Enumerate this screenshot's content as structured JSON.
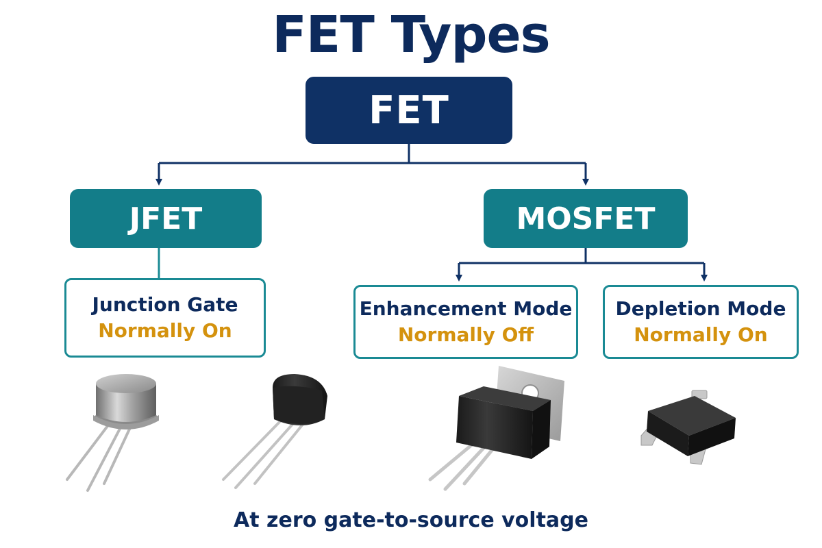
{
  "title": "FET Types",
  "root": {
    "label": "FET"
  },
  "branches": {
    "jfet": {
      "label": "JFET"
    },
    "mosfet": {
      "label": "MOSFET"
    }
  },
  "leaves": {
    "junction": {
      "name": "Junction Gate",
      "mode": "Normally On"
    },
    "enhancement": {
      "name": "Enhancement Mode",
      "mode": "Normally Off"
    },
    "depletion": {
      "name": "Depletion Mode",
      "mode": "Normally On"
    }
  },
  "footer": "At zero gate-to-source voltage",
  "colors": {
    "navy": "#0f3165",
    "teal": "#137d89",
    "teal_border": "#1a8a94",
    "accent_orange": "#d4920e",
    "connector": "#0f3165"
  },
  "components": [
    "metal-can-package-icon",
    "to92-package-icon",
    "to220-package-icon",
    "smd-package-icon"
  ]
}
